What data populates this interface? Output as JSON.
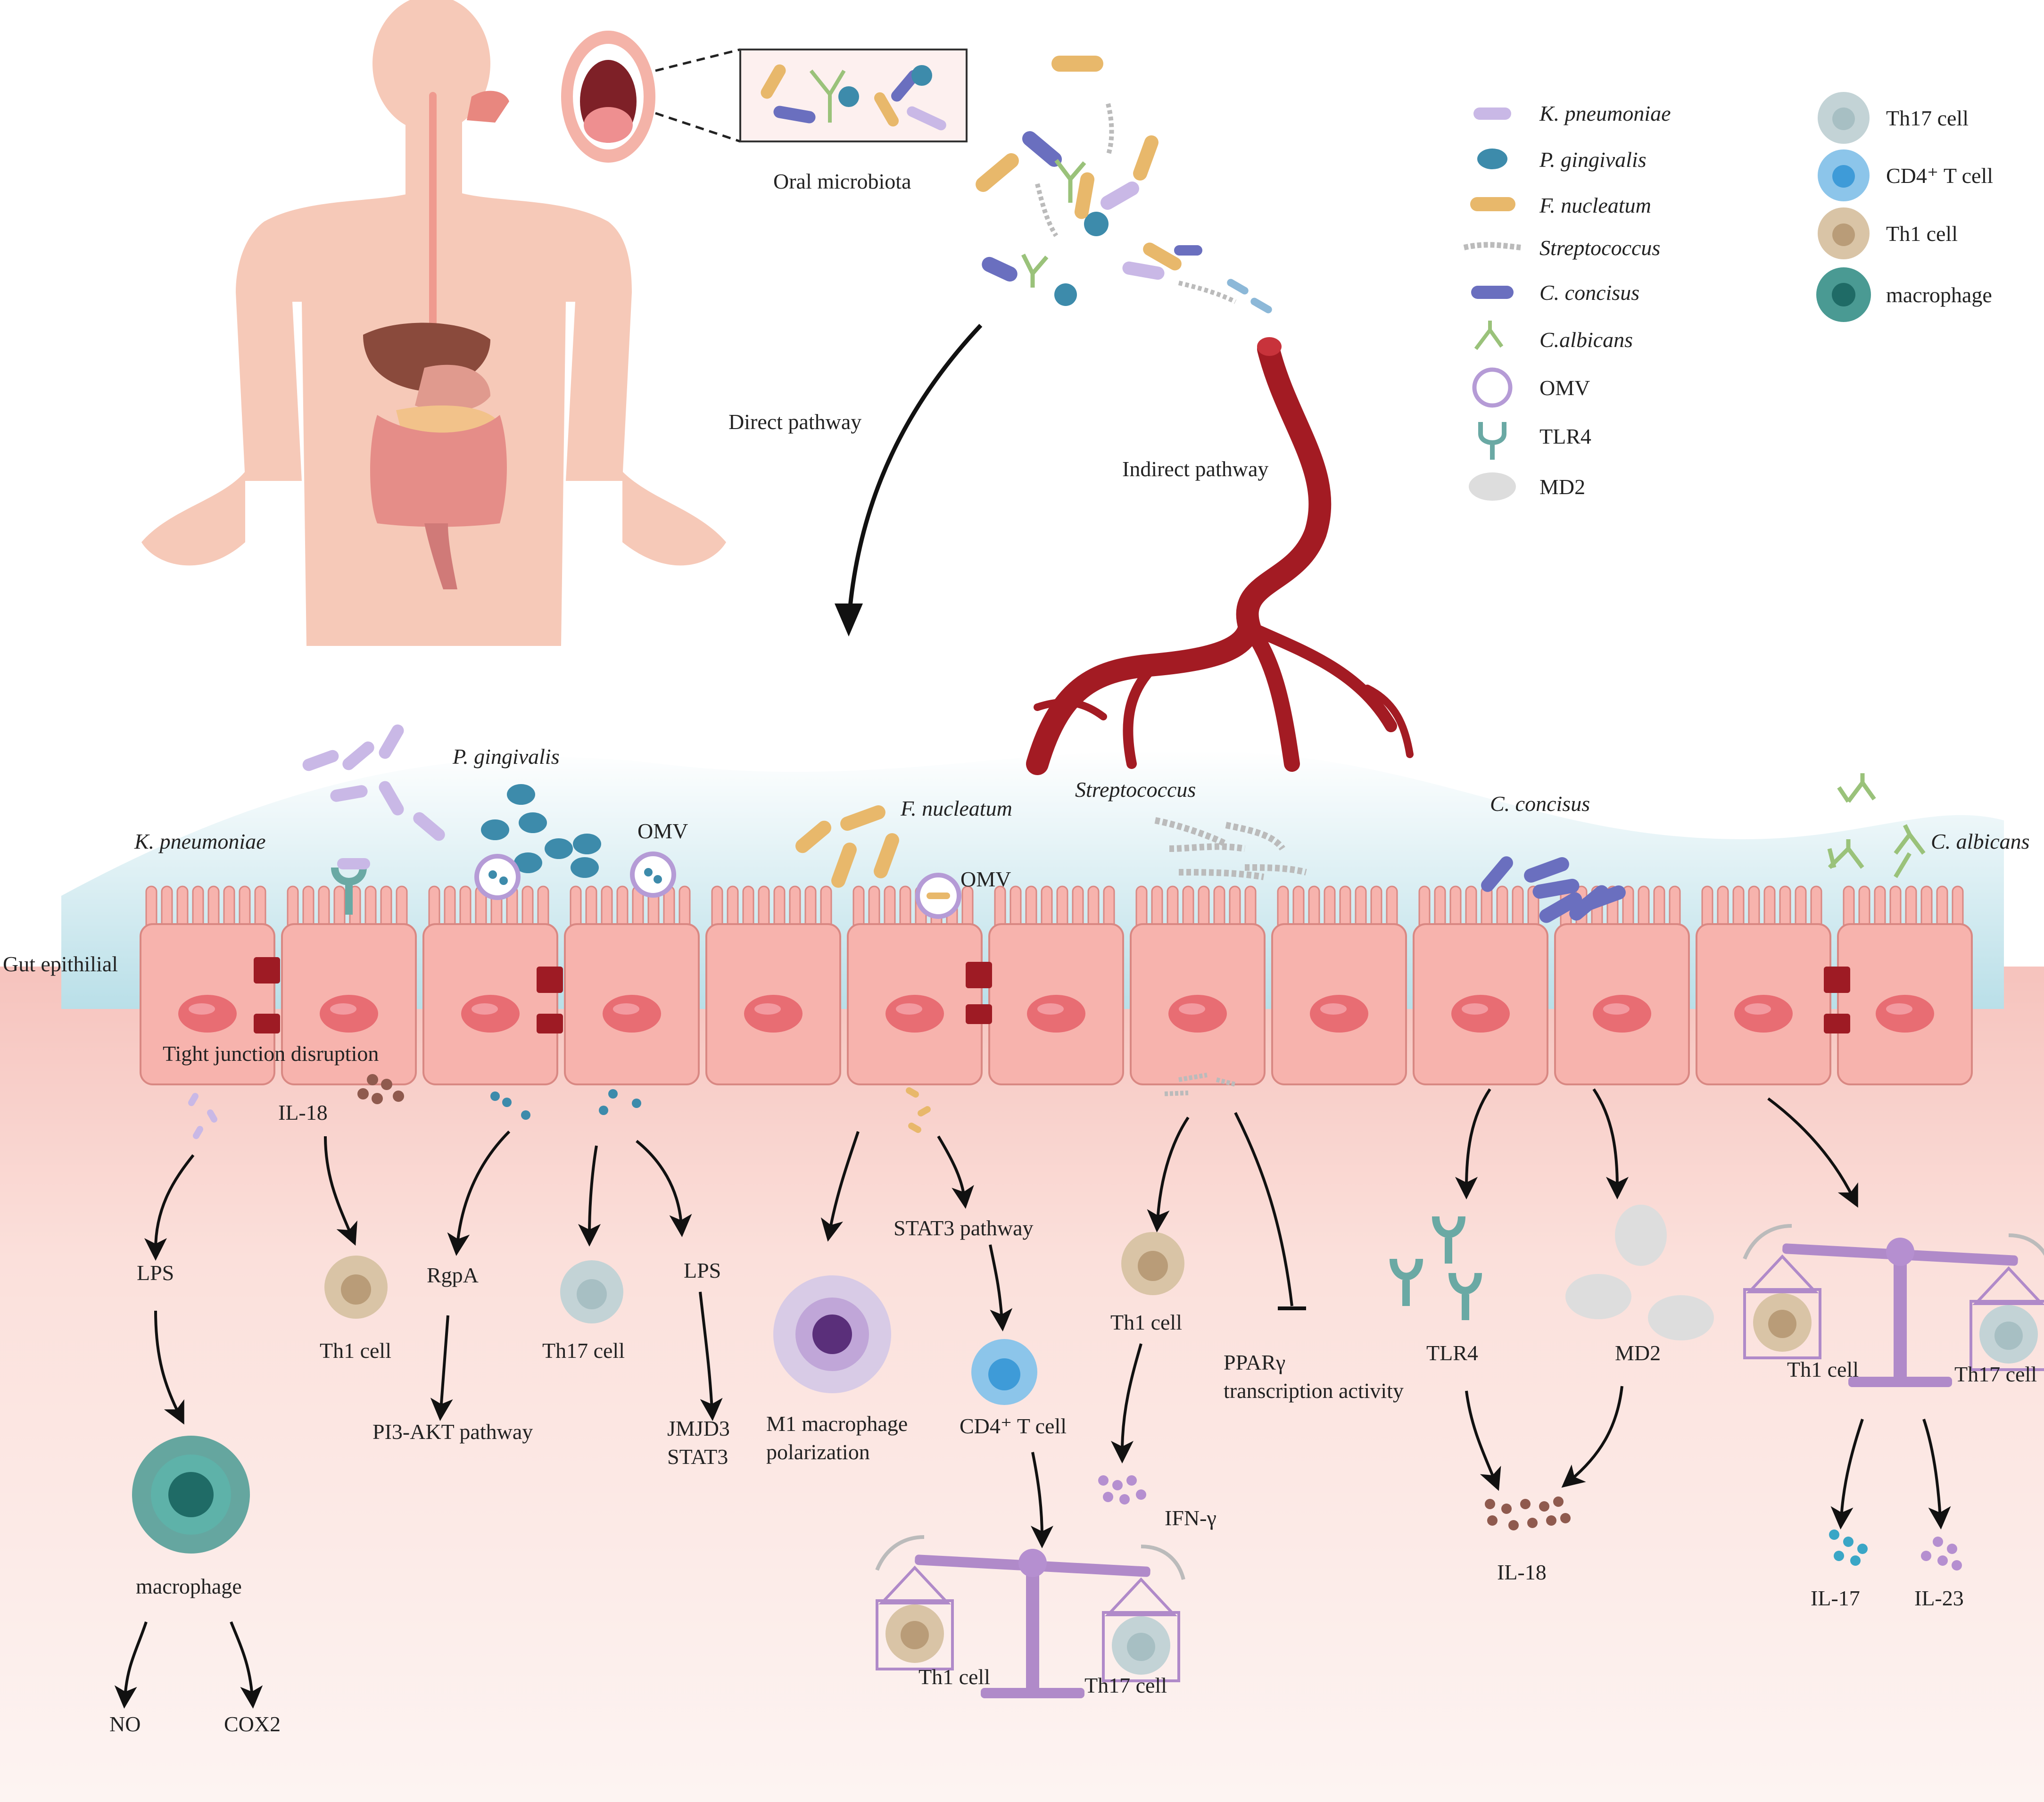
{
  "top": {
    "oral_microbiota": "Oral microbiota",
    "direct_pathway": "Direct pathway",
    "indirect_pathway": "Indirect pathway"
  },
  "legend_bacteria": [
    {
      "label": "K. pneumoniae",
      "italic": true,
      "icon": "k-pneumoniae-icon",
      "color": "#c9b8e6"
    },
    {
      "label": "P. gingivalis",
      "italic": true,
      "icon": "p-gingivalis-icon",
      "color": "#3d8bab"
    },
    {
      "label": "F. nucleatum",
      "italic": true,
      "icon": "f-nucleatum-icon",
      "color": "#e8b86b"
    },
    {
      "label": "Streptococcus",
      "italic": true,
      "icon": "streptococcus-icon",
      "color": "#bbbbbb"
    },
    {
      "label": "C. concisus",
      "italic": true,
      "icon": "c-concisus-icon",
      "color": "#6a6fbf"
    },
    {
      "label": "C.albicans",
      "italic": true,
      "icon": "c-albicans-icon",
      "color": "#9ac27a"
    },
    {
      "label": "OMV",
      "italic": false,
      "icon": "omv-icon",
      "color": "#b59bd6"
    },
    {
      "label": "TLR4",
      "italic": false,
      "icon": "tlr4-icon",
      "color": "#6aa9a4"
    },
    {
      "label": "MD2",
      "italic": false,
      "icon": "md2-icon",
      "color": "#dddddd"
    }
  ],
  "legend_cells": [
    {
      "label": "Th17 cell",
      "icon": "th17-cell-icon",
      "color": "#c3d3d6"
    },
    {
      "label": "CD4⁺ T cell",
      "icon": "cd4-t-cell-icon",
      "color": "#8cc5ea"
    },
    {
      "label": "Th1 cell",
      "icon": "th1-cell-icon",
      "color": "#d9c4a6"
    },
    {
      "label": "macrophage",
      "icon": "macrophage-icon",
      "color": "#4a9a93"
    }
  ],
  "bacteria_labels": {
    "k_pneumoniae": "K. pneumoniae",
    "p_gingivalis": "P. gingivalis",
    "f_nucleatum": "F. nucleatum",
    "streptococcus": "Streptococcus",
    "c_concisus": "C. concisus",
    "c_albicans": "C. albicans"
  },
  "epithelium": {
    "gut_label": "Gut epithilial",
    "omv1": "OMV",
    "omv2": "OMV",
    "tight_junction": "Tight junction disruption"
  },
  "kp_path": {
    "lps": "LPS",
    "macrophage": "macrophage",
    "no": "NO",
    "cox2": "COX2"
  },
  "il18_path": {
    "il18": "IL-18",
    "th1": "Th1 cell"
  },
  "pg_path": {
    "rgpa": "RgpA",
    "pi3k": "PI3-AKT pathway",
    "th17": "Th17 cell",
    "lps": "LPS",
    "jmjd3": "JMJD3",
    "stat3": "STAT3"
  },
  "fn_path": {
    "m1_line1": "M1 macrophage",
    "m1_line2": "polarization",
    "stat3_pathway": "STAT3 pathway",
    "cd4": "CD4⁺ T cell",
    "th1": "Th1 cell",
    "th17": "Th17 cell"
  },
  "strep_path": {
    "th1": "Th1 cell",
    "ifn": "IFN-γ",
    "ppar_line1": "PPARγ",
    "ppar_line2": "transcription activity"
  },
  "cc_path": {
    "tlr4": "TLR4",
    "md2": "MD2",
    "il18": "IL-18"
  },
  "ca_path": {
    "th1": "Th1 cell",
    "th17": "Th17 cell",
    "il17": "IL-17",
    "il23": "IL-23"
  },
  "colors": {
    "body": "#f6c9b8",
    "vessel": "#a31b23",
    "lumen": "#cfe6ee",
    "cell": "#f7b3ad",
    "nucleus": "#e86d73",
    "junction": "#9e1b24",
    "scale": "#b08ac9",
    "tissue_top": "#f6c3bd",
    "tissue_bottom": "#fdf1ee"
  }
}
